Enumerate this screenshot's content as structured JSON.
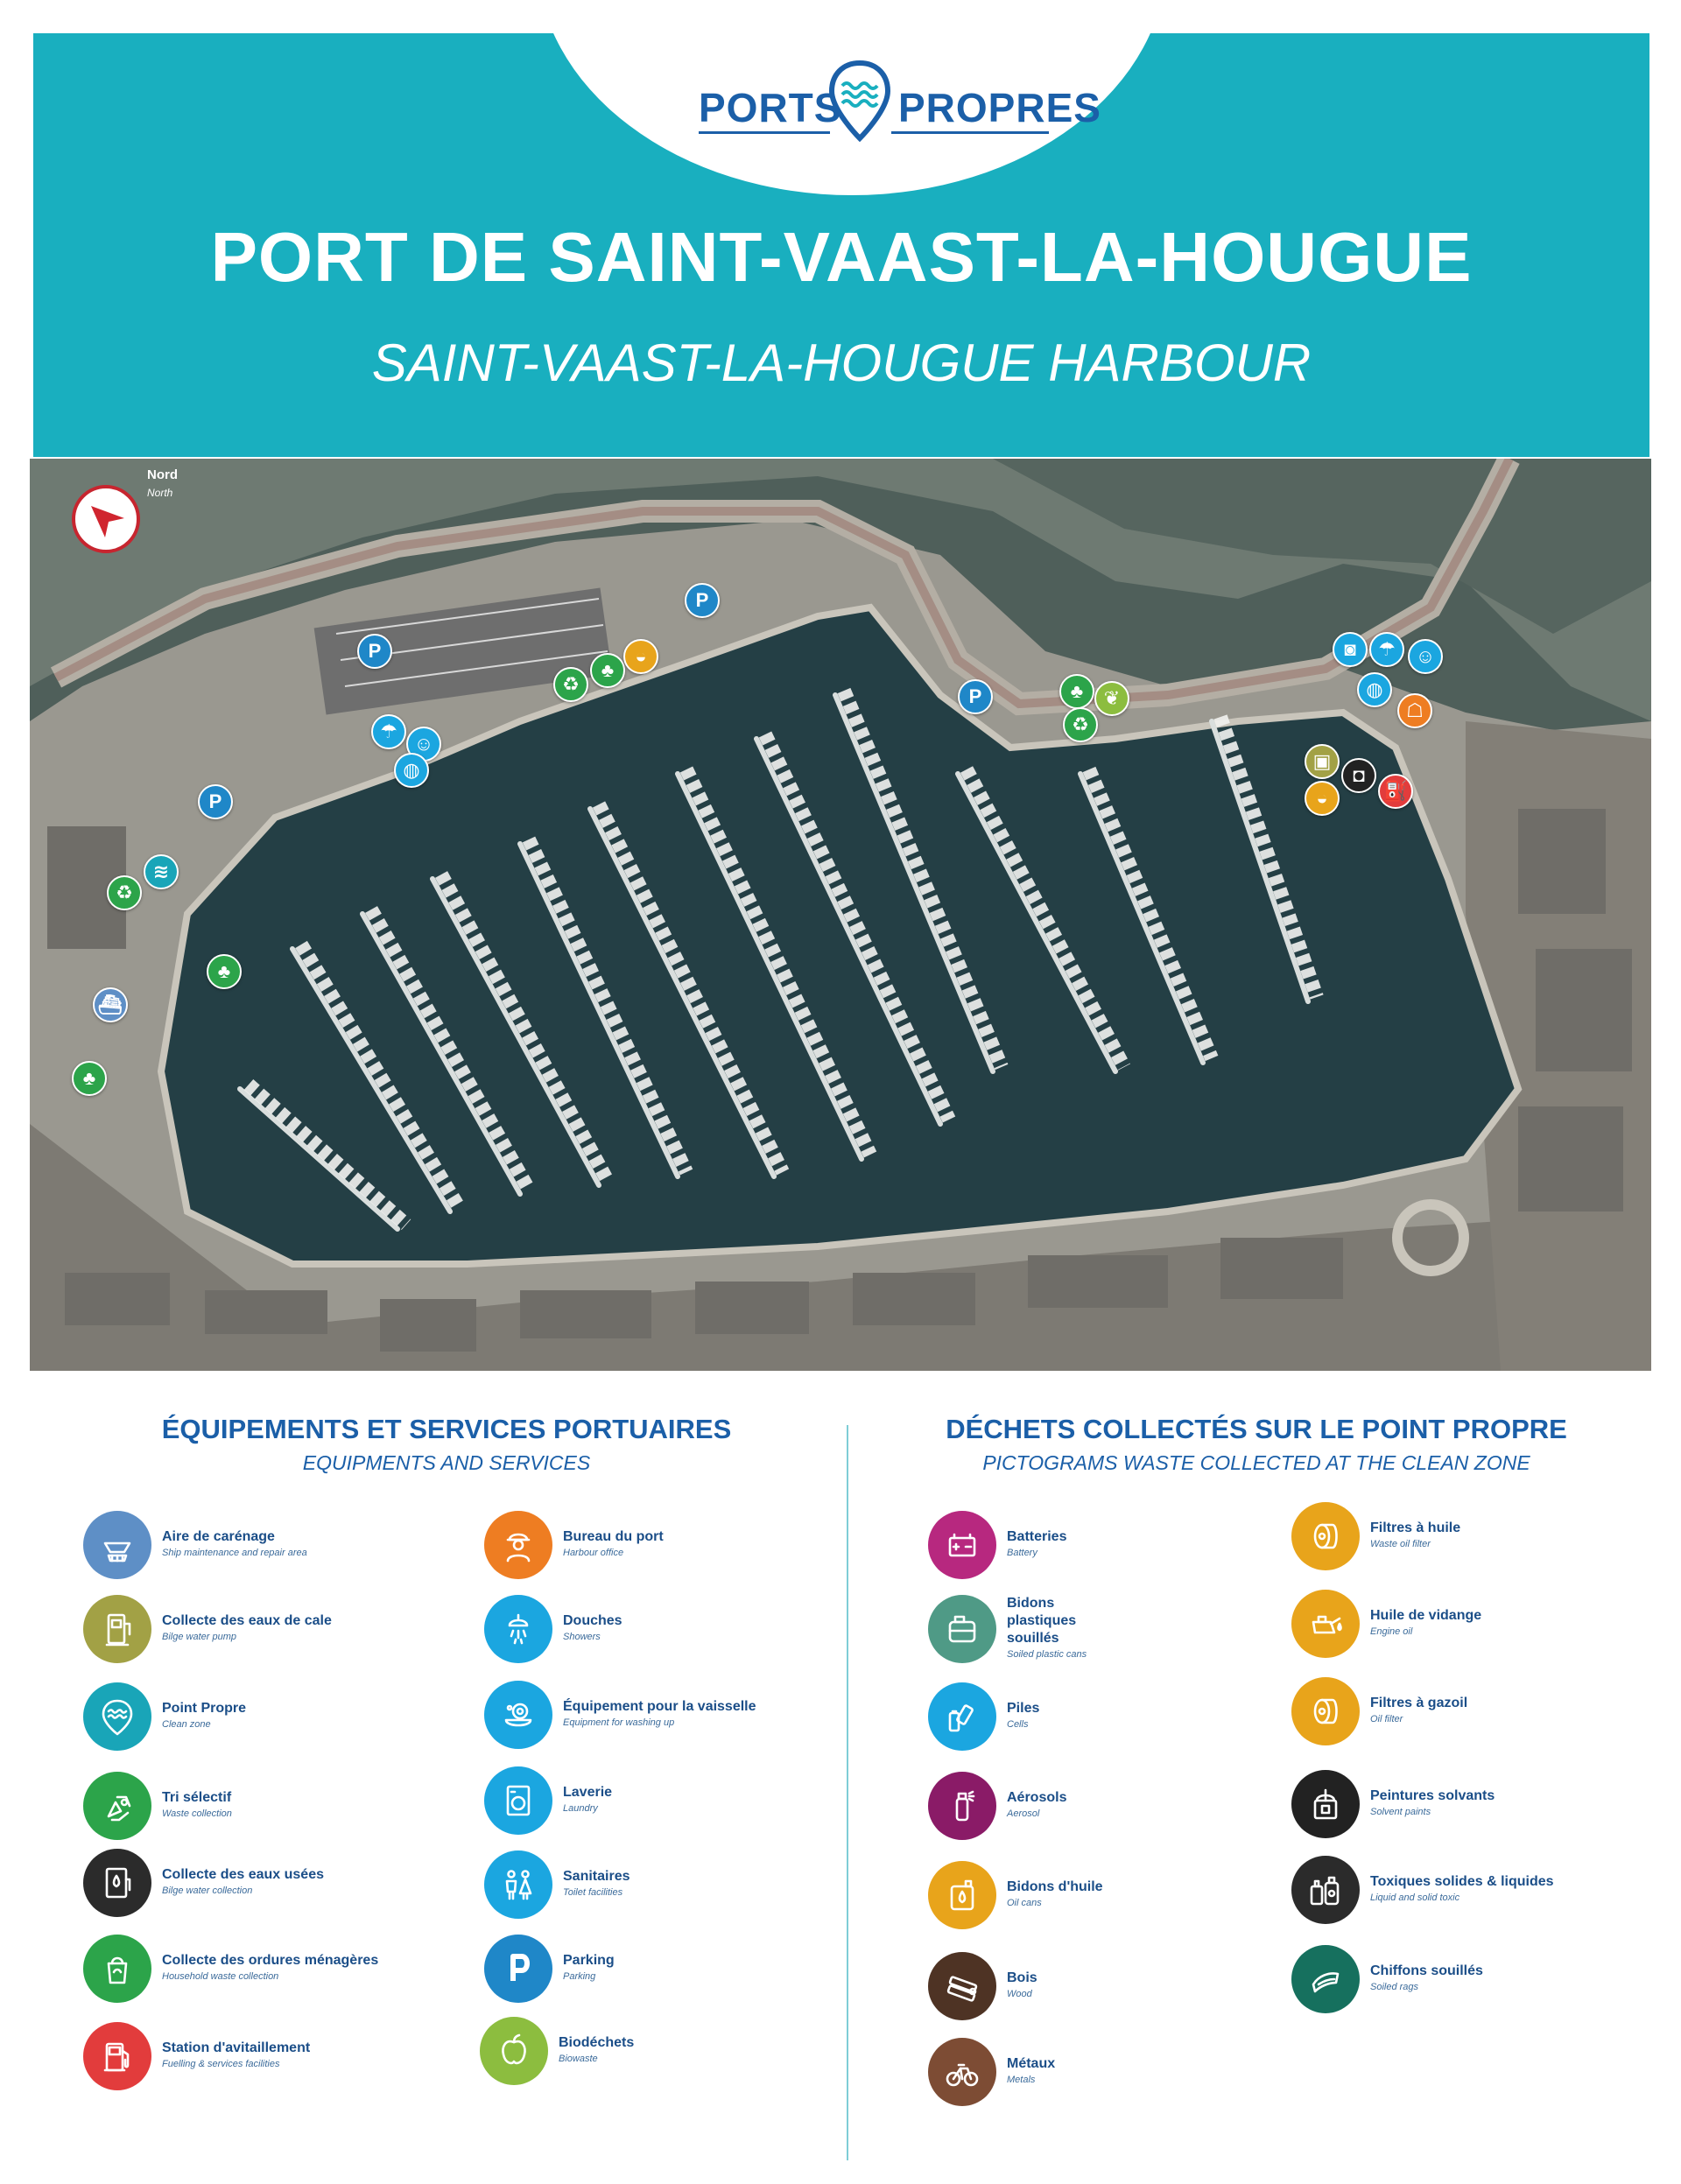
{
  "header": {
    "logo_left": "PORTS",
    "logo_right": "PROPRES",
    "title": "PORT DE SAINT-VAAST-LA-HOUGUE",
    "subtitle": "SAINT-VAAST-LA-HOUGUE HARBOUR"
  },
  "map": {
    "north_label": "Nord",
    "north_sub": "North",
    "markers": [
      {
        "icon": "parking-icon",
        "glyph": "P",
        "color": "#1f87c8"
      },
      {
        "icon": "parking-icon",
        "glyph": "P",
        "color": "#1f87c8"
      },
      {
        "icon": "parking-icon",
        "glyph": "P",
        "color": "#1f87c8"
      },
      {
        "icon": "parking-icon",
        "glyph": "P",
        "color": "#1f87c8"
      },
      {
        "icon": "waste-sorting-icon",
        "glyph": "♻",
        "color": "#2ca44a"
      },
      {
        "icon": "household-waste-icon",
        "glyph": "♣",
        "color": "#2ca44a"
      },
      {
        "icon": "engine-oil-icon",
        "glyph": "◒",
        "color": "#e8a41b"
      },
      {
        "icon": "shower-icon",
        "glyph": "☂",
        "color": "#1ba6e0"
      },
      {
        "icon": "toilets-icon",
        "glyph": "☺",
        "color": "#1ba6e0"
      },
      {
        "icon": "dishwashing-icon",
        "glyph": "◍",
        "color": "#1ba6e0"
      },
      {
        "icon": "household-waste-icon",
        "glyph": "♣",
        "color": "#2ca44a"
      },
      {
        "icon": "biowaste-icon",
        "glyph": "❦",
        "color": "#8cbd3f"
      },
      {
        "icon": "waste-sorting-icon",
        "glyph": "♻",
        "color": "#2ca44a"
      },
      {
        "icon": "laundry-icon",
        "glyph": "◙",
        "color": "#1ba6e0"
      },
      {
        "icon": "shower-icon",
        "glyph": "☂",
        "color": "#1ba6e0"
      },
      {
        "icon": "toilets-icon",
        "glyph": "☺",
        "color": "#1ba6e0"
      },
      {
        "icon": "dishwashing-icon",
        "glyph": "◍",
        "color": "#1ba6e0"
      },
      {
        "icon": "harbour-office-icon",
        "glyph": "☖",
        "color": "#ee7d22"
      },
      {
        "icon": "bilge-water-pump-icon",
        "glyph": "▣",
        "color": "#a2a145"
      },
      {
        "icon": "wastewater-icon",
        "glyph": "◘",
        "color": "#222222"
      },
      {
        "icon": "fuel-station-icon",
        "glyph": "⛽",
        "color": "#e23c3c"
      },
      {
        "icon": "engine-oil-icon",
        "glyph": "◒",
        "color": "#e8a41b"
      },
      {
        "icon": "waste-sorting-icon",
        "glyph": "♻",
        "color": "#2ca44a"
      },
      {
        "icon": "clean-zone-icon",
        "glyph": "≋",
        "color": "#19a5b8"
      },
      {
        "icon": "household-waste-icon",
        "glyph": "♣",
        "color": "#2ca44a"
      },
      {
        "icon": "careening-area-icon",
        "glyph": "⛴",
        "color": "#5e8fc6"
      },
      {
        "icon": "household-waste-icon",
        "glyph": "♣",
        "color": "#2ca44a"
      }
    ]
  },
  "services": {
    "title": "ÉQUIPEMENTS ET SERVICES PORTUAIRES",
    "subtitle": "EQUIPMENTS AND SERVICES",
    "items": [
      {
        "name": "Aire de carénage",
        "sub": "Ship maintenance and repair area",
        "icon": "careening-area-icon",
        "color": "#5e8fc6"
      },
      {
        "name": "Collecte des eaux de cale",
        "sub": "Bilge water pump",
        "icon": "bilge-water-pump-icon",
        "color": "#a2a145"
      },
      {
        "name": "Point Propre",
        "sub": "Clean zone",
        "icon": "clean-zone-icon",
        "color": "#19a5b8"
      },
      {
        "name": "Tri sélectif",
        "sub": "Waste collection",
        "icon": "waste-sorting-icon",
        "color": "#2ca44a"
      },
      {
        "name": "Collecte des eaux usées",
        "sub": "Bilge water collection",
        "icon": "wastewater-icon",
        "color": "#2b2b2b"
      },
      {
        "name": "Collecte des ordures ménagères",
        "sub": "Household waste collection",
        "icon": "household-waste-icon",
        "color": "#2ca44a"
      },
      {
        "name": "Station d'avitaillement",
        "sub": "Fuelling & services facilities",
        "icon": "fuel-station-icon",
        "color": "#e23c3c"
      },
      {
        "name": "Bureau du port",
        "sub": "Harbour office",
        "icon": "harbour-office-icon",
        "color": "#ee7d22"
      },
      {
        "name": "Douches",
        "sub": "Showers",
        "icon": "shower-icon",
        "color": "#1ba6e0"
      },
      {
        "name": "Équipement pour la vaisselle",
        "sub": "Equipment for washing up",
        "icon": "dishwashing-icon",
        "color": "#1ba6e0"
      },
      {
        "name": "Laverie",
        "sub": "Laundry",
        "icon": "laundry-icon",
        "color": "#1ba6e0"
      },
      {
        "name": "Sanitaires",
        "sub": "Toilet facilities",
        "icon": "toilets-icon",
        "color": "#1ba6e0"
      },
      {
        "name": "Parking",
        "sub": "Parking",
        "icon": "parking-icon",
        "color": "#1f87c8"
      },
      {
        "name": "Biodéchets",
        "sub": "Biowaste",
        "icon": "biowaste-icon",
        "color": "#8cbd3f"
      }
    ]
  },
  "waste": {
    "title": "DÉCHETS COLLECTÉS SUR LE POINT PROPRE",
    "subtitle": "PICTOGRAMS WASTE COLLECTED AT THE CLEAN ZONE",
    "items": [
      {
        "name": "Batteries",
        "sub": "Battery",
        "icon": "battery-icon",
        "color": "#b7287f"
      },
      {
        "name": "Bidons plastiques souillés",
        "name_lines": [
          "Bidons",
          "plastiques",
          "souillés"
        ],
        "sub": "Soiled plastic cans",
        "icon": "plastic-cans-icon",
        "color": "#4f9a86"
      },
      {
        "name": "Piles",
        "sub": "Cells",
        "icon": "cells-icon",
        "color": "#1ba6e0"
      },
      {
        "name": "Aérosols",
        "sub": "Aerosol",
        "icon": "aerosol-icon",
        "color": "#8a1b67"
      },
      {
        "name": "Bidons d'huile",
        "sub": "Oil cans",
        "icon": "oil-cans-icon",
        "color": "#e8a41b"
      },
      {
        "name": "Bois",
        "sub": "Wood",
        "icon": "wood-icon",
        "color": "#4e3324"
      },
      {
        "name": "Métaux",
        "sub": "Metals",
        "icon": "metals-icon",
        "color": "#7d4c34"
      },
      {
        "name": "Filtres à huile",
        "sub": "Waste oil filter",
        "icon": "oil-filter-icon",
        "color": "#e8a41b"
      },
      {
        "name": "Huile de vidange",
        "sub": "Engine oil",
        "icon": "engine-oil-icon",
        "color": "#e8a41b"
      },
      {
        "name": "Filtres à gazoil",
        "sub": "Oil filter",
        "icon": "diesel-filter-icon",
        "color": "#e8a41b"
      },
      {
        "name": "Peintures solvants",
        "sub": "Solvent paints",
        "icon": "solvent-paint-icon",
        "color": "#222222"
      },
      {
        "name": "Toxiques solides & liquides",
        "sub": "Liquid and solid toxic",
        "icon": "toxic-waste-icon",
        "color": "#2b2b2b"
      },
      {
        "name": "Chiffons souillés",
        "sub": "Soiled rags",
        "icon": "soiled-rags-icon",
        "color": "#16705e"
      }
    ]
  }
}
